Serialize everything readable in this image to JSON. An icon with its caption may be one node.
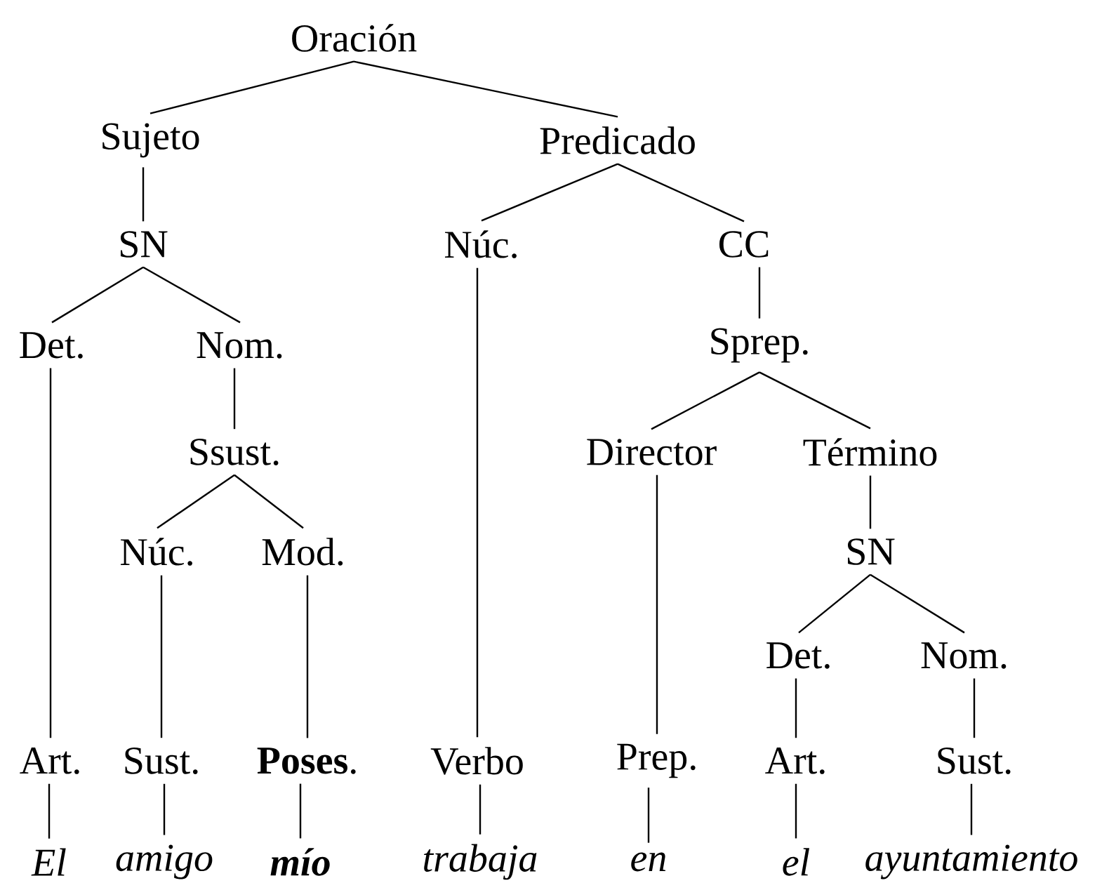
{
  "diagram": {
    "nodes": [
      {
        "text": [
          "Oración"
        ]
      },
      {
        "text": [
          "Sujeto"
        ]
      },
      {
        "text": [
          "Predicado"
        ]
      },
      {
        "text": [
          "SN"
        ]
      },
      {
        "text": [
          "Núc."
        ]
      },
      {
        "text": [
          "CC"
        ]
      },
      {
        "text": [
          "Det."
        ]
      },
      {
        "text": [
          "Nom."
        ]
      },
      {
        "text": [
          "Sprep."
        ]
      },
      {
        "text": [
          "Ssust."
        ]
      },
      {
        "text": [
          "Director"
        ]
      },
      {
        "text": [
          "Término"
        ]
      },
      {
        "text": [
          "Núc."
        ]
      },
      {
        "text": [
          "Mod."
        ]
      },
      {
        "text": [
          "SN"
        ]
      },
      {
        "text": [
          "Det."
        ]
      },
      {
        "text": [
          "Nom."
        ]
      },
      {
        "text": [
          "Art."
        ]
      },
      {
        "text": [
          "Sust."
        ]
      },
      {
        "text": [
          "**Poses**."
        ]
      },
      {
        "text": [
          "Verbo"
        ]
      },
      {
        "text": [
          "Prep."
        ]
      },
      {
        "text": [
          "Art."
        ]
      },
      {
        "text": [
          "Sust."
        ]
      },
      {
        "text": [
          "El"
        ]
      },
      {
        "text": [
          "amigo"
        ]
      },
      {
        "text": [
          "mío"
        ]
      },
      {
        "text": [
          "trabaja"
        ]
      },
      {
        "text": [
          "en"
        ]
      },
      {
        "text": [
          "el"
        ]
      },
      {
        "text": [
          "ayuntamiento"
        ]
      }
    ],
    "edges": [
      {
        "from": 0,
        "to": 1,
        "arrow": "none"
      },
      {
        "from": 0,
        "to": 2,
        "arrow": "none"
      },
      {
        "from": 1,
        "to": 3,
        "arrow": "none"
      },
      {
        "from": 2,
        "to": 4,
        "arrow": "none"
      },
      {
        "from": 2,
        "to": 5,
        "arrow": "none"
      },
      {
        "from": 3,
        "to": 6,
        "arrow": "none"
      },
      {
        "from": 3,
        "to": 7,
        "arrow": "none"
      },
      {
        "from": 5,
        "to": 8,
        "arrow": "none"
      },
      {
        "from": 6,
        "to": 17,
        "arrow": "none"
      },
      {
        "from": 7,
        "to": 9,
        "arrow": "none"
      },
      {
        "from": 8,
        "to": 10,
        "arrow": "none"
      },
      {
        "from": 8,
        "to": 11,
        "arrow": "none"
      },
      {
        "from": 9,
        "to": 12,
        "arrow": "none"
      },
      {
        "from": 9,
        "to": 13,
        "arrow": "none"
      },
      {
        "from": 4,
        "to": 20,
        "arrow": "none"
      },
      {
        "from": 10,
        "to": 21,
        "arrow": "none"
      },
      {
        "from": 11,
        "to": 14,
        "arrow": "none"
      },
      {
        "from": 12,
        "to": 18,
        "arrow": "none"
      },
      {
        "from": 13,
        "to": 19,
        "arrow": "none"
      },
      {
        "from": 14,
        "to": 15,
        "arrow": "none"
      },
      {
        "from": 14,
        "to": 16,
        "arrow": "none"
      },
      {
        "from": 15,
        "to": 22,
        "arrow": "none"
      },
      {
        "from": 16,
        "to": 23,
        "arrow": "none"
      },
      {
        "from": 17,
        "to": 24,
        "arrow": "none"
      },
      {
        "from": 18,
        "to": 25,
        "arrow": "none"
      },
      {
        "from": 19,
        "to": 26,
        "arrow": "none"
      },
      {
        "from": 20,
        "to": 27,
        "arrow": "none"
      },
      {
        "from": 21,
        "to": 28,
        "arrow": "none"
      },
      {
        "from": 22,
        "to": 29,
        "arrow": "none"
      },
      {
        "from": 23,
        "to": 30,
        "arrow": "none"
      }
    ]
  }
}
